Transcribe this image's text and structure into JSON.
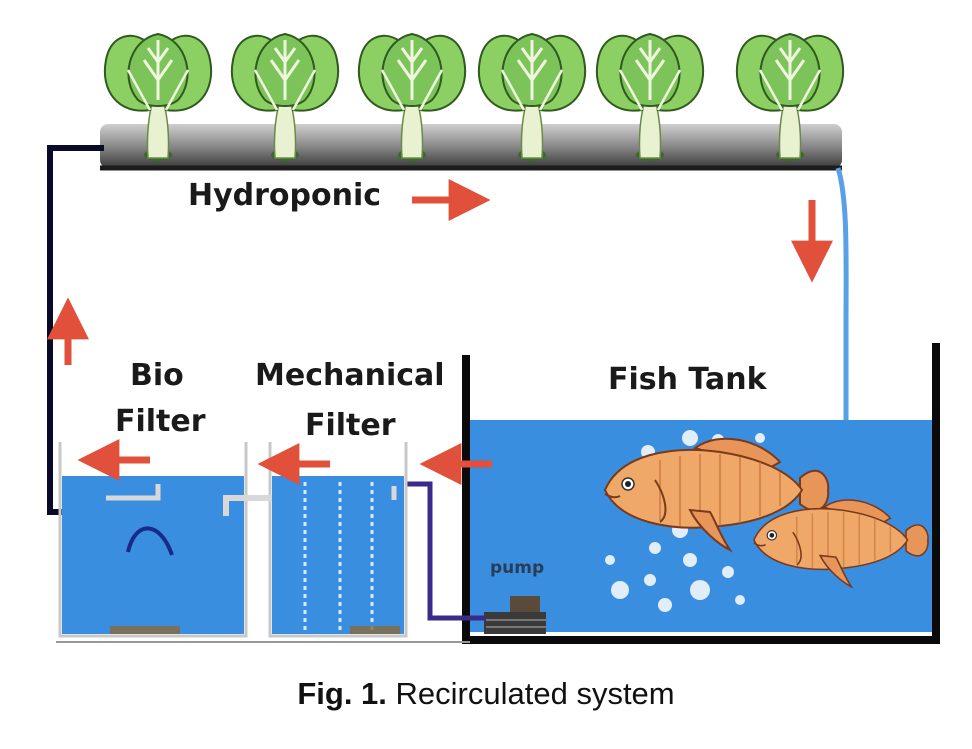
{
  "labels": {
    "hydroponic": "Hydroponic",
    "bio_line1": "Bio",
    "bio_line2": "Filter",
    "mech_line1": "Mechanical",
    "mech_line2": "Filter",
    "fish_tank": "Fish Tank",
    "pump": "pump"
  },
  "caption": {
    "prefix": "Fig. 1.",
    "text": " Recirculated system"
  },
  "colors": {
    "water": "#3a8ee0",
    "arrow": "#e0503a",
    "leaf": "#7cc35a",
    "fish": "#f0a868"
  }
}
